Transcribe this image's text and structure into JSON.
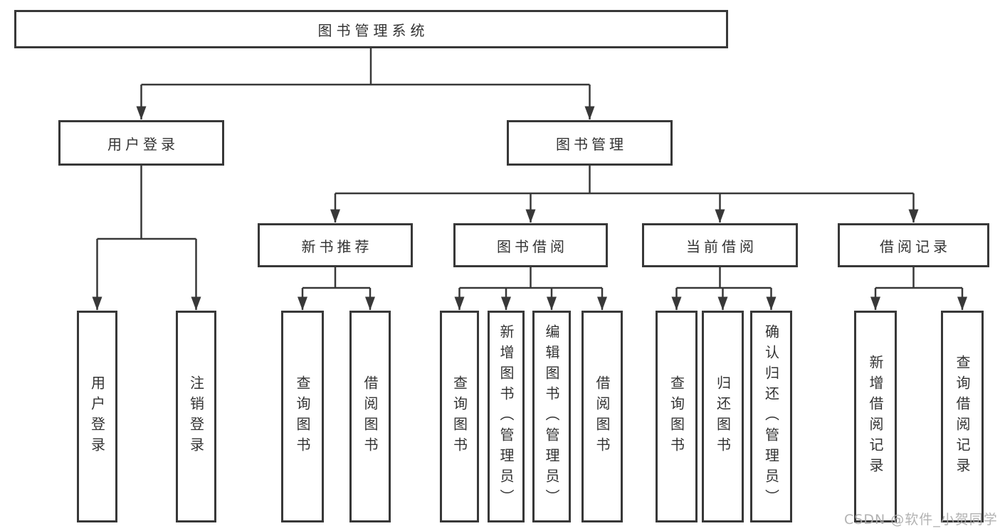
{
  "tree": {
    "label": "图书管理系统",
    "children": [
      {
        "label": "用户登录",
        "children": [
          {
            "label": "用户登录"
          },
          {
            "label": "注销登录"
          }
        ]
      },
      {
        "label": "图书管理",
        "children": [
          {
            "label": "新书推荐",
            "children": [
              {
                "label": "查询图书"
              },
              {
                "label": "借阅图书"
              }
            ]
          },
          {
            "label": "图书借阅",
            "children": [
              {
                "label": "查询图书"
              },
              {
                "label": "新增图书（管理员）"
              },
              {
                "label": "编辑图书（管理员）"
              },
              {
                "label": "借阅图书"
              }
            ]
          },
          {
            "label": "当前借阅",
            "children": [
              {
                "label": "查询图书"
              },
              {
                "label": "归还图书"
              },
              {
                "label": "确认归还（管理员）"
              }
            ]
          },
          {
            "label": "借阅记录",
            "children": [
              {
                "label": "新增借阅记录"
              },
              {
                "label": "查询借阅记录"
              }
            ]
          }
        ]
      }
    ]
  },
  "watermark": "CSDN @软件_小贺同学",
  "colors": {
    "line": "#383838",
    "text": "#333333",
    "box_background": "#ffffff",
    "watermark": "#aaaaaa"
  }
}
